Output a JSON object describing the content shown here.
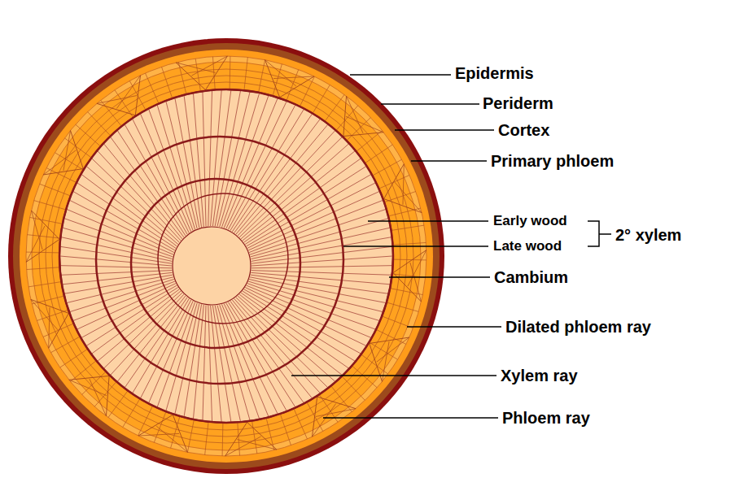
{
  "diagram": {
    "labels": [
      "Epidermis",
      "Periderm",
      "Cortex",
      "Primary phloem",
      "Early wood",
      "Late wood",
      "2° xylem",
      "Cambium",
      "Dilated phloem ray",
      "Xylem ray",
      "Phloem ray"
    ]
  }
}
